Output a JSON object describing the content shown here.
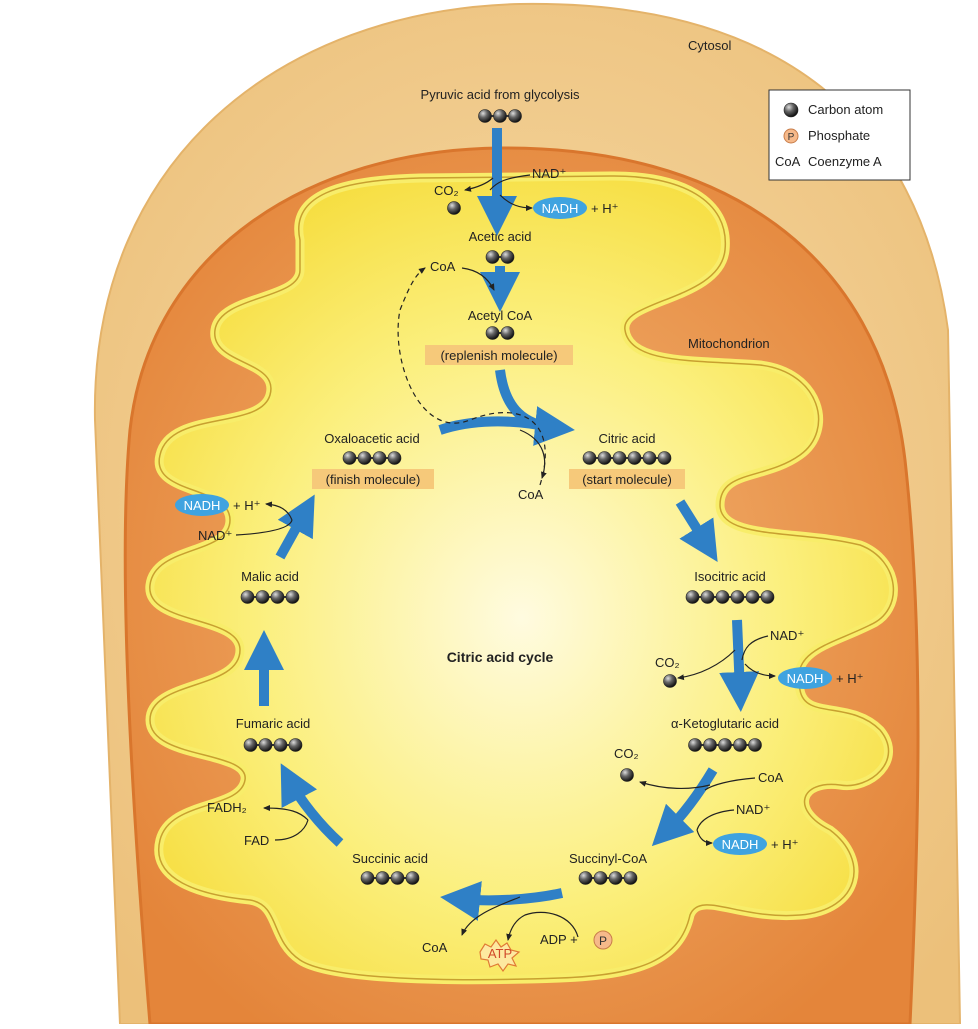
{
  "labels": {
    "cytosol": "Cytosol",
    "mitochondrion": "Mitochondrion",
    "pyruvic": "Pyruvic acid from glycolysis",
    "acetic": "Acetic acid",
    "acetylcoa": "Acetyl CoA",
    "replenish": "(replenish molecule)",
    "oxaloacetic": "Oxaloacetic acid",
    "finish": "(finish molecule)",
    "citric": "Citric acid",
    "start": "(start molecule)",
    "isocitric": "Isocitric acid",
    "ketoglutaric": "α-Ketoglutaric acid",
    "succinylcoa": "Succinyl-CoA",
    "succinic": "Succinic acid",
    "fumaric": "Fumaric acid",
    "malic": "Malic acid",
    "cycle": "Citric acid cycle",
    "coa": "CoA",
    "nad": "NAD⁺",
    "nadh": "NADH",
    "h": "+ H⁺",
    "co2": "CO₂",
    "fad": "FAD",
    "fadh2": "FADH₂",
    "atp": "ATP",
    "adp": "ADP +",
    "p": "P"
  },
  "legend": {
    "carbon": "Carbon atom",
    "phosphate": "Phosphate",
    "coa_symbol": "CoA",
    "coenzyme": "Coenzyme A"
  },
  "colors": {
    "cytosol": "#f2c986",
    "outer_membrane": "#e89a47",
    "matrix": "#fbe84a",
    "arrow": "#2f80c6",
    "nadh_badge": "#3fa3e0",
    "label_highlight": "#f6c97a"
  }
}
